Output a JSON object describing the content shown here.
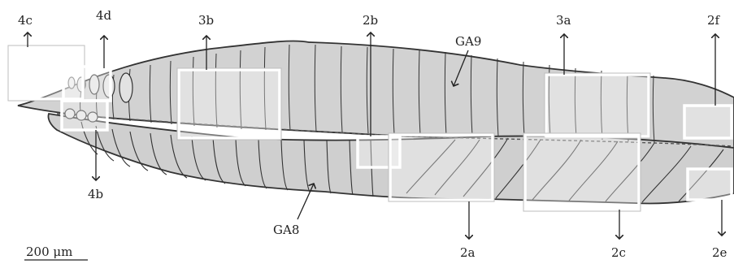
{
  "labels": {
    "l4c": "4c",
    "l4d": "4d",
    "l3b": "3b",
    "l2b": "2b",
    "lGA9": "GA9",
    "l3a": "3a",
    "l2f": "2f",
    "l4b": "4b",
    "lGA8": "GA8",
    "l2a": "2a",
    "l2c": "2c",
    "l2e": "2e",
    "scale": "200 μm"
  },
  "colors": {
    "body_fill": "#d4d4d4",
    "outline": "#333333",
    "box": "#ffffff",
    "text": "#222222"
  }
}
